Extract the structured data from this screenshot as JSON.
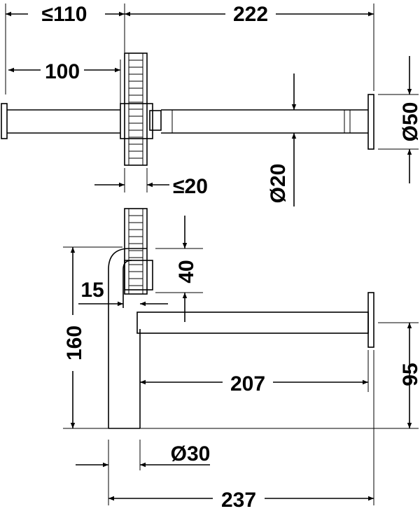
{
  "colors": {
    "line": "#000000",
    "background": "#ffffff"
  },
  "top_view": {
    "dims": {
      "max_110": "≤110",
      "len_222": "222",
      "len_100": "100",
      "dia_50": "Ø50",
      "dia_20": "Ø20",
      "max_20": "≤20"
    }
  },
  "side_view": {
    "dims": {
      "h_40": "40",
      "off_15": "15",
      "h_160": "160",
      "len_207": "207",
      "h_95": "95",
      "dia_30": "Ø30",
      "len_237": "237"
    }
  }
}
